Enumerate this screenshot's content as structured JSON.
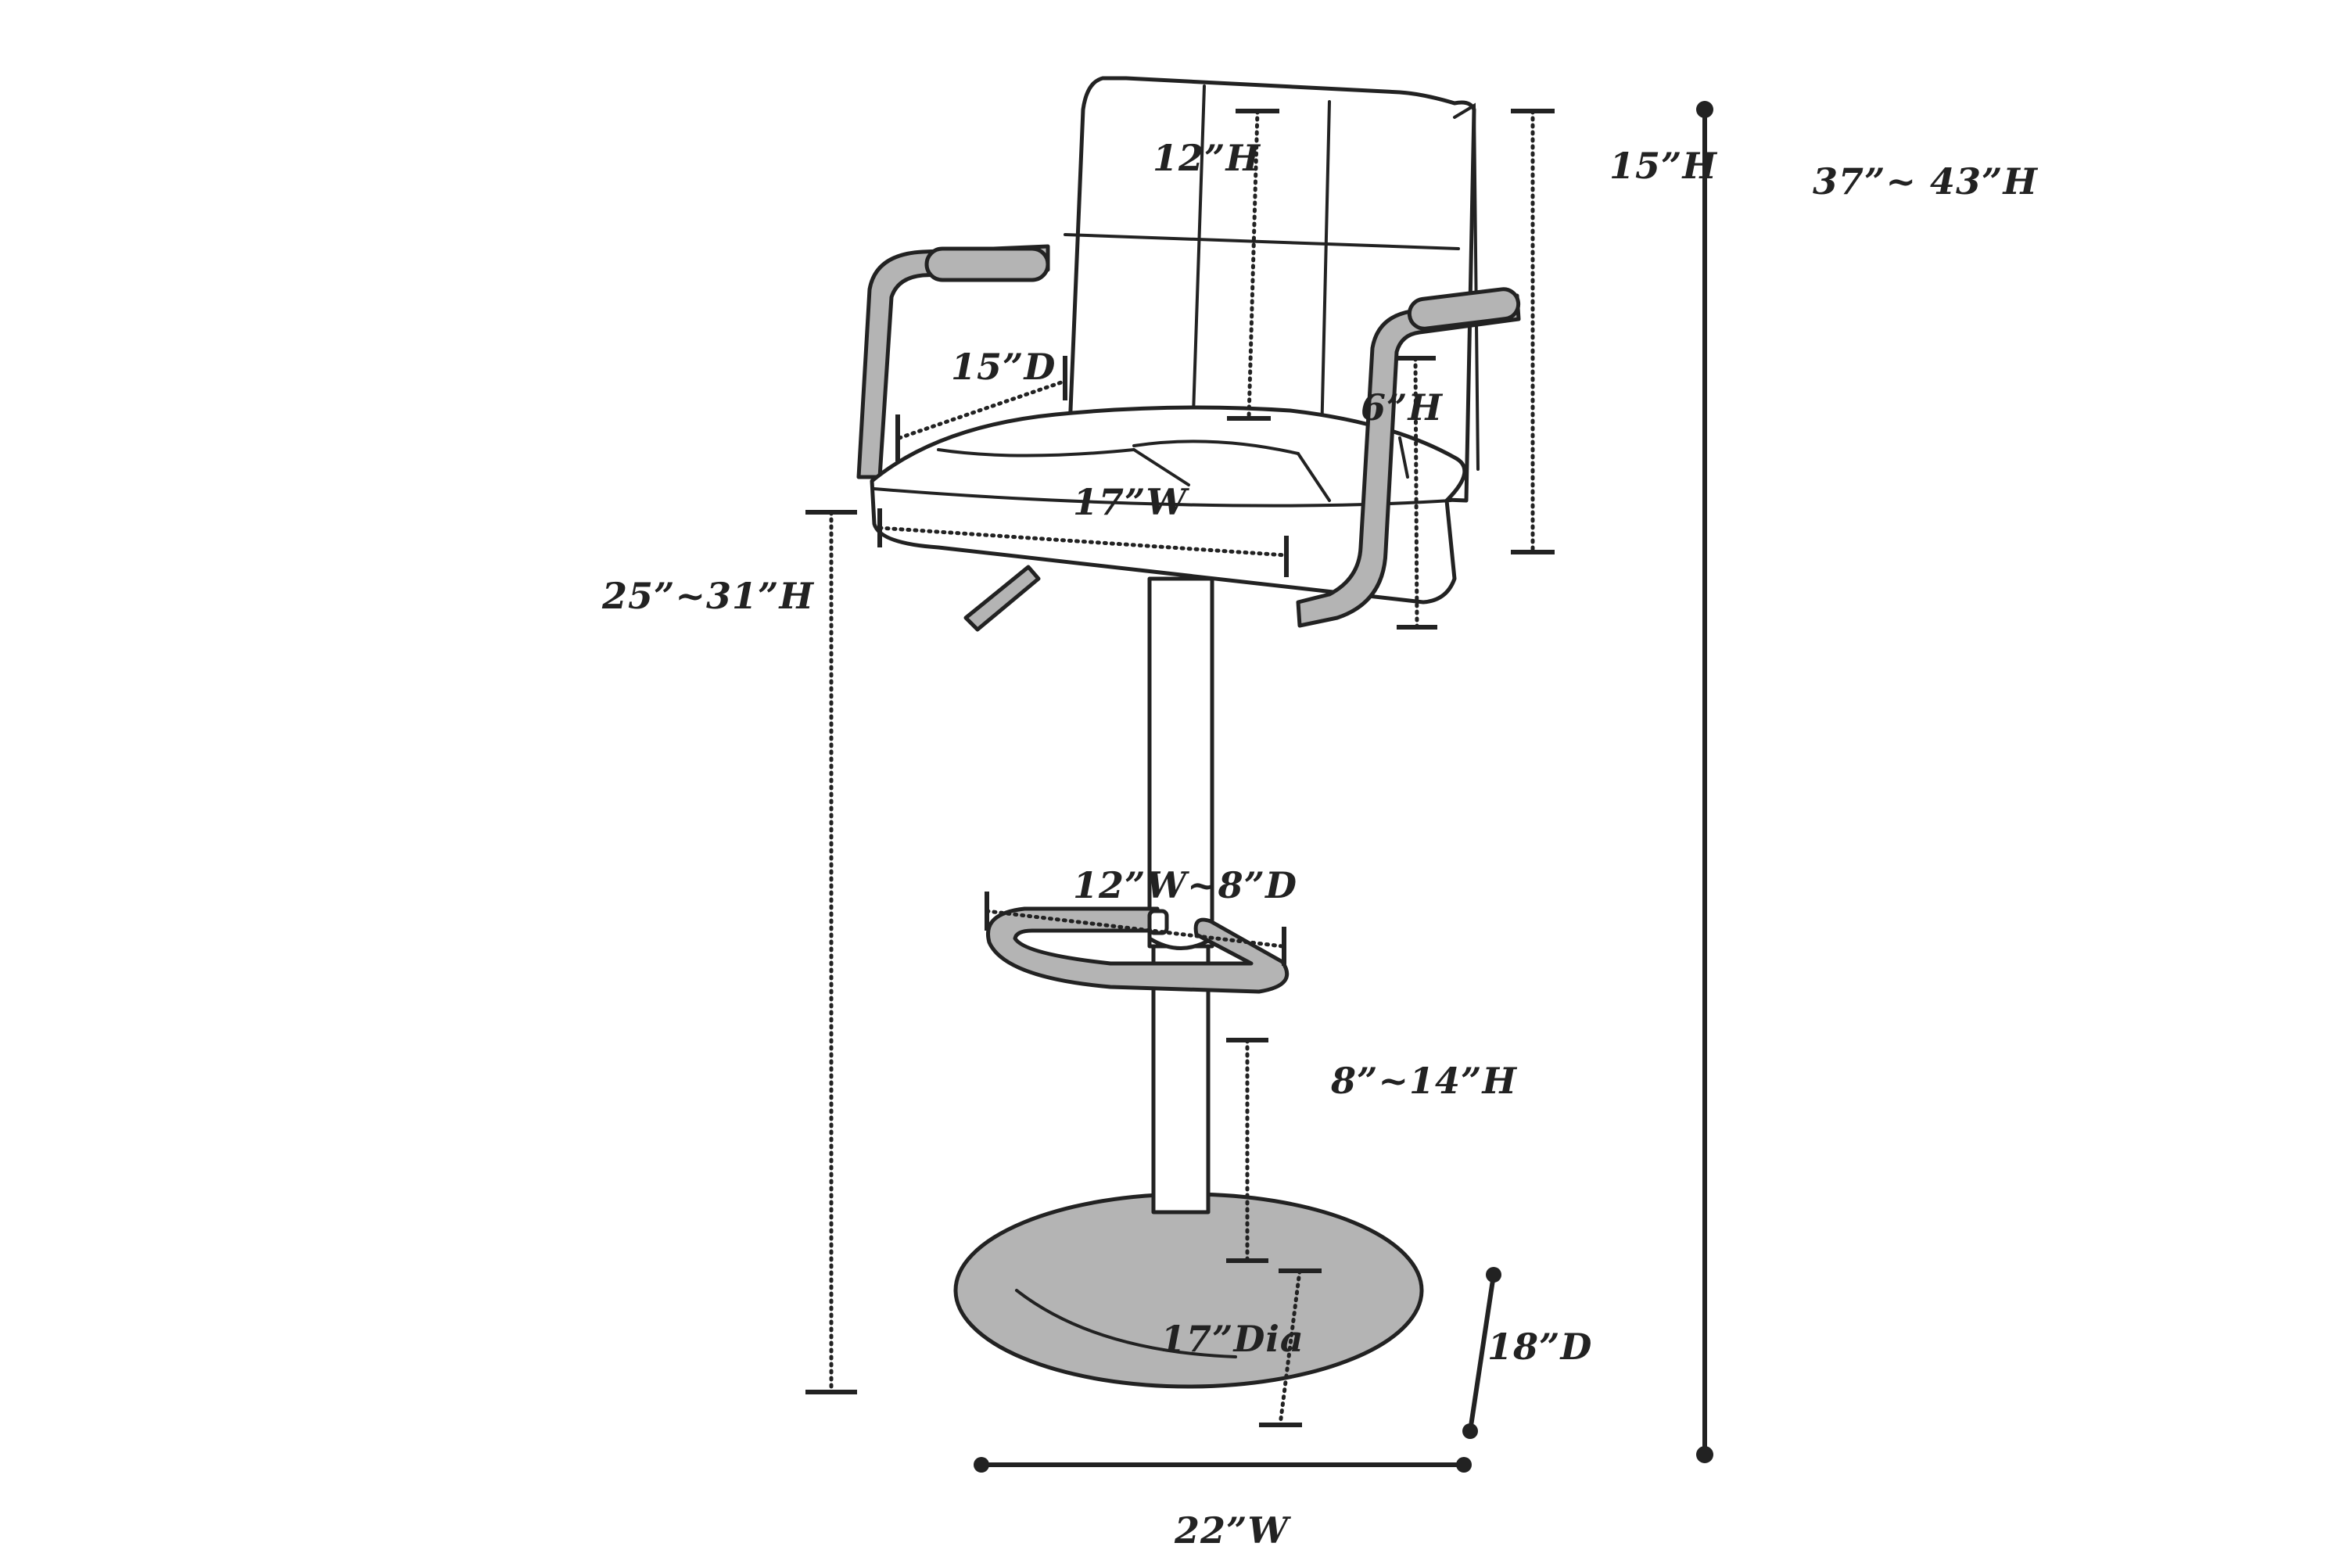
{
  "colors": {
    "ink": "#222222",
    "metal": "#b4b4b4",
    "background": "#ffffff"
  },
  "dimensions": {
    "overall_height": "37”~ 43”H",
    "back_height": "15”H",
    "back_inner_height": "12”H",
    "seat_depth": "15”D",
    "arm_height": "6”H",
    "seat_width": "17”W",
    "seat_height": "25”~31”H",
    "footrest_size": "12”W~8”D",
    "footrest_height": "8”~14”H",
    "base_diameter": "17”Dia",
    "base_depth": "18”D",
    "base_width": "22”W"
  }
}
